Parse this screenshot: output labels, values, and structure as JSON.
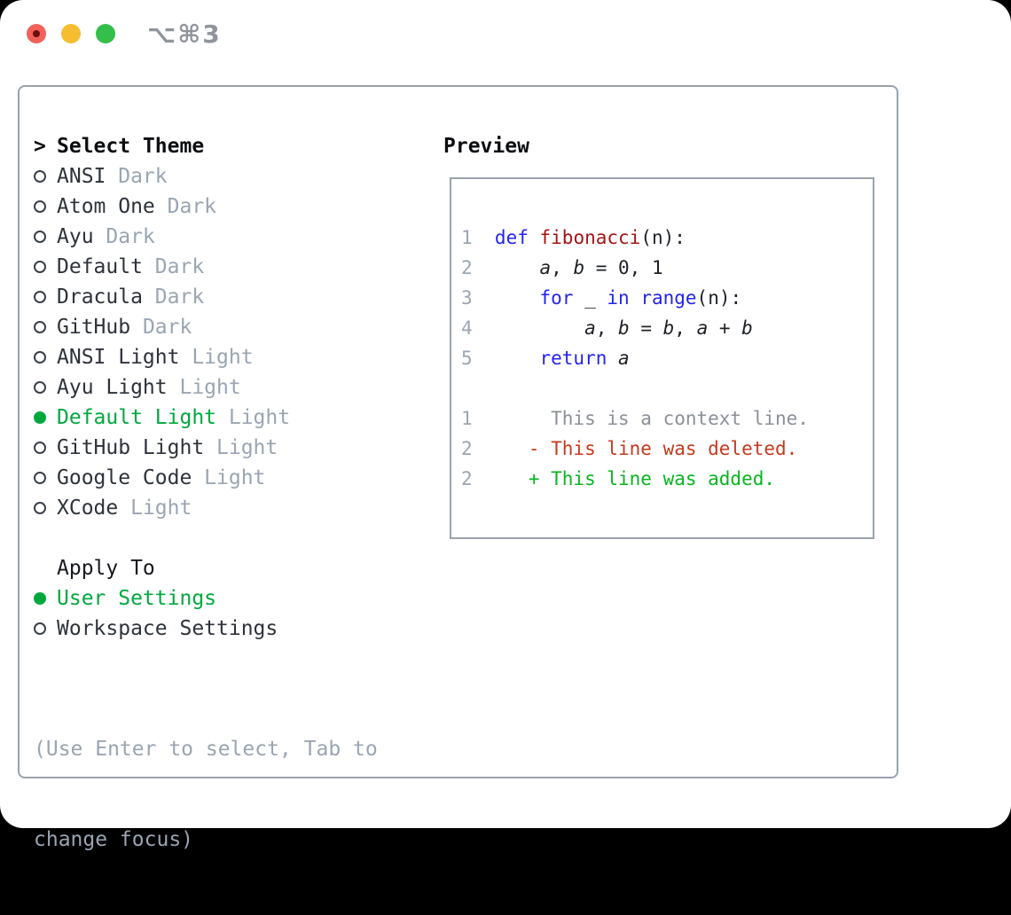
{
  "window": {
    "shortcut_label": "⌥⌘3"
  },
  "theme_selector": {
    "prompt": ">",
    "header": "Select Theme",
    "items": [
      {
        "name": "ANSI",
        "variant": "Dark",
        "selected": false
      },
      {
        "name": "Atom One",
        "variant": "Dark",
        "selected": false
      },
      {
        "name": "Ayu",
        "variant": "Dark",
        "selected": false
      },
      {
        "name": "Default",
        "variant": "Dark",
        "selected": false
      },
      {
        "name": "Dracula",
        "variant": "Dark",
        "selected": false
      },
      {
        "name": "GitHub",
        "variant": "Dark",
        "selected": false
      },
      {
        "name": "ANSI Light",
        "variant": "Light",
        "selected": false
      },
      {
        "name": "Ayu Light",
        "variant": "Light",
        "selected": false
      },
      {
        "name": "Default Light",
        "variant": "Light",
        "selected": true
      },
      {
        "name": "GitHub Light",
        "variant": "Light",
        "selected": false
      },
      {
        "name": "Google Code",
        "variant": "Light",
        "selected": false
      },
      {
        "name": "XCode",
        "variant": "Light",
        "selected": false
      }
    ]
  },
  "apply_to": {
    "header": "Apply To",
    "options": [
      {
        "label": "User Settings",
        "selected": true
      },
      {
        "label": "Workspace Settings",
        "selected": false
      }
    ]
  },
  "hint": {
    "line1": "(Use Enter to select, Tab to",
    "line2": "change focus)"
  },
  "preview": {
    "header": "Preview",
    "code_lines": [
      {
        "num": "1",
        "segments": [
          {
            "t": "def",
            "c": "kw"
          },
          {
            "t": " ",
            "c": "pl"
          },
          {
            "t": "fibonacci",
            "c": "fn"
          },
          {
            "t": "(n):",
            "c": "pl"
          }
        ]
      },
      {
        "num": "2",
        "segments": [
          {
            "t": "    ",
            "c": "pl"
          },
          {
            "t": "a",
            "c": "var"
          },
          {
            "t": ", ",
            "c": "pl"
          },
          {
            "t": "b",
            "c": "var"
          },
          {
            "t": " = 0, 1",
            "c": "pl"
          }
        ]
      },
      {
        "num": "3",
        "segments": [
          {
            "t": "    ",
            "c": "pl"
          },
          {
            "t": "for",
            "c": "kw"
          },
          {
            "t": " _ ",
            "c": "pl"
          },
          {
            "t": "in",
            "c": "kw"
          },
          {
            "t": " ",
            "c": "pl"
          },
          {
            "t": "range",
            "c": "kw"
          },
          {
            "t": "(n):",
            "c": "pl"
          }
        ]
      },
      {
        "num": "4",
        "segments": [
          {
            "t": "        ",
            "c": "pl"
          },
          {
            "t": "a",
            "c": "var"
          },
          {
            "t": ", ",
            "c": "pl"
          },
          {
            "t": "b",
            "c": "var"
          },
          {
            "t": " = ",
            "c": "pl"
          },
          {
            "t": "b",
            "c": "var"
          },
          {
            "t": ", ",
            "c": "pl"
          },
          {
            "t": "a",
            "c": "var"
          },
          {
            "t": " + ",
            "c": "pl"
          },
          {
            "t": "b",
            "c": "var"
          }
        ]
      },
      {
        "num": "5",
        "segments": [
          {
            "t": "    ",
            "c": "pl"
          },
          {
            "t": "return",
            "c": "kw"
          },
          {
            "t": " ",
            "c": "pl"
          },
          {
            "t": "a",
            "c": "var"
          }
        ]
      }
    ],
    "diff_lines": [
      {
        "num": "1",
        "segments": [
          {
            "t": "     This is a context line.",
            "c": "ctx"
          }
        ]
      },
      {
        "num": "2",
        "segments": [
          {
            "t": "   - This line was deleted.",
            "c": "del"
          }
        ]
      },
      {
        "num": "2",
        "segments": [
          {
            "t": "   + This line was added.",
            "c": "add"
          }
        ]
      }
    ]
  },
  "colors": {
    "selection_green": "#00a83e",
    "keyword_blue": "#2424f0",
    "function_red": "#a51414",
    "diff_red": "#c63a1e",
    "diff_green": "#08b520",
    "muted_gray": "#9aa5b2"
  }
}
